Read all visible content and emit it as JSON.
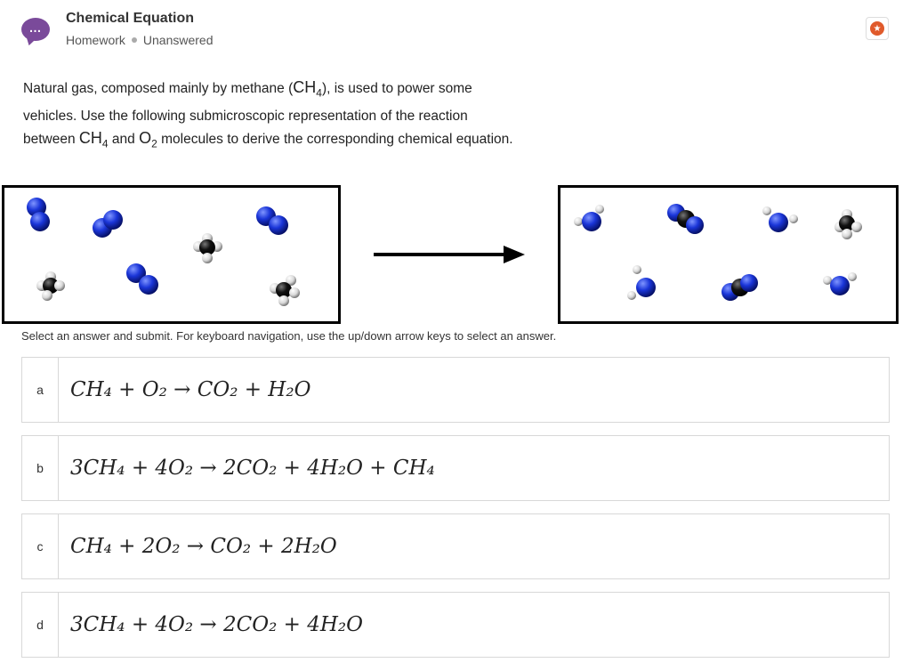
{
  "header": {
    "title": "Chemical Equation",
    "type": "Homework",
    "status": "Unanswered"
  },
  "question": {
    "p1": "Natural gas, composed mainly by methane (",
    "p2": "), is used to power some vehicles. Use the following submicroscopic representation of the reaction between ",
    "p3": " and ",
    "p4": " molecules to derive the corresponding chemical equation.",
    "f_ch": "CH",
    "f_ch_sub": "4",
    "f_o": "O",
    "f_o_sub": "2"
  },
  "instructions": "Select an answer and submit. For keyboard navigation, use the up/down arrow keys to select an answer.",
  "options": [
    {
      "letter": "a",
      "equation": "CH₄ + O₂ → CO₂ + H₂O"
    },
    {
      "letter": "b",
      "equation": "3CH₄ + 4O₂ → 2CO₂ + 4H₂O + CH₄"
    },
    {
      "letter": "c",
      "equation": "CH₄ + 2O₂ → CO₂ + 2H₂O"
    },
    {
      "letter": "d",
      "equation": "3CH₄ + 4O₂ → 2CO₂ + 4H₂O"
    }
  ],
  "colors": {
    "oxygen": "#1a35d8",
    "carbon": "#111111",
    "hydrogen": "#d8d8d8",
    "accent": "#7a4a9a",
    "favorite": "#e05a2b"
  }
}
